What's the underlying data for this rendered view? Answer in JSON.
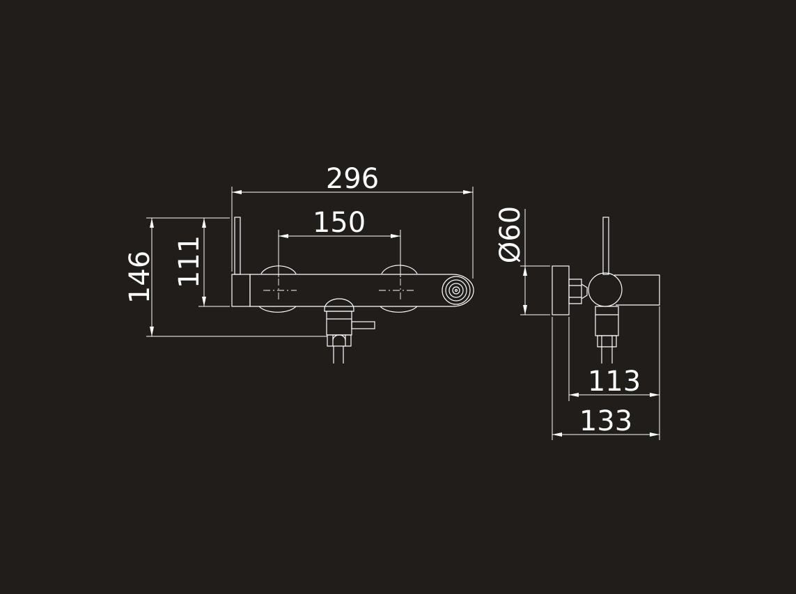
{
  "dimensions": {
    "overall_width": "296",
    "inlet_centers": "150",
    "total_height": "146",
    "lever_height": "111",
    "flange_diameter": "Ø60",
    "projection_body": "113",
    "projection_total": "133"
  },
  "colors": {
    "background": "#211d1b",
    "line": "#ffffff"
  }
}
